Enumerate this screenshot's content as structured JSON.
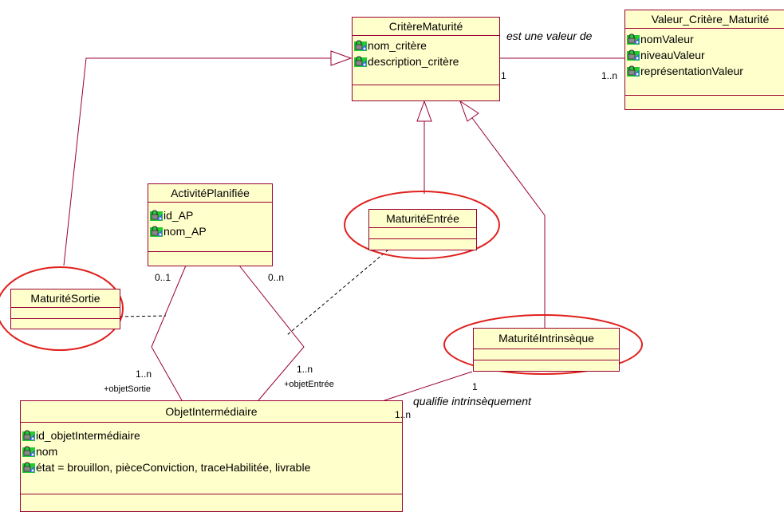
{
  "classes": {
    "critere": {
      "name": "CritèreMaturité",
      "attrs": [
        "nom_critère",
        "description_critère"
      ]
    },
    "valeur": {
      "name": "Valeur_Critère_Maturité",
      "attrs": [
        "nomValeur",
        "niveauValeur",
        "représentationValeur"
      ]
    },
    "activite": {
      "name": "ActivitéPlanifiée",
      "attrs": [
        "id_AP",
        "nom_AP"
      ]
    },
    "entree": {
      "name": "MaturitéEntrée"
    },
    "sortie": {
      "name": "MaturitéSortie"
    },
    "intrinseque": {
      "name": "MaturitéIntrinsèque"
    },
    "objet": {
      "name": "ObjetIntermédiaire",
      "attrs": [
        "id_objetIntermédiaire",
        "nom",
        "état = brouillon, pièceConviction, traceHabilitée, livrable"
      ]
    }
  },
  "labels": {
    "est_valeur": "est une valeur de",
    "mult_critere": "1",
    "mult_valeur": "1..n",
    "mult_ap_sortie": "0..1",
    "mult_ap_entree": "0..n",
    "mult_obj_sortie": "1..n",
    "role_sortie": "+objetSortie",
    "mult_obj_entree": "1..n",
    "role_entree": "+objetEntrée",
    "mult_intr": "1",
    "qualifie": "qualifie intrinsèquement",
    "mult_obj_intr": "1..n"
  },
  "colors": {
    "box_fill": "#ffffcc",
    "box_border": "#990033",
    "highlight": "#e0201c",
    "icon_key": "lock-key-icon"
  }
}
